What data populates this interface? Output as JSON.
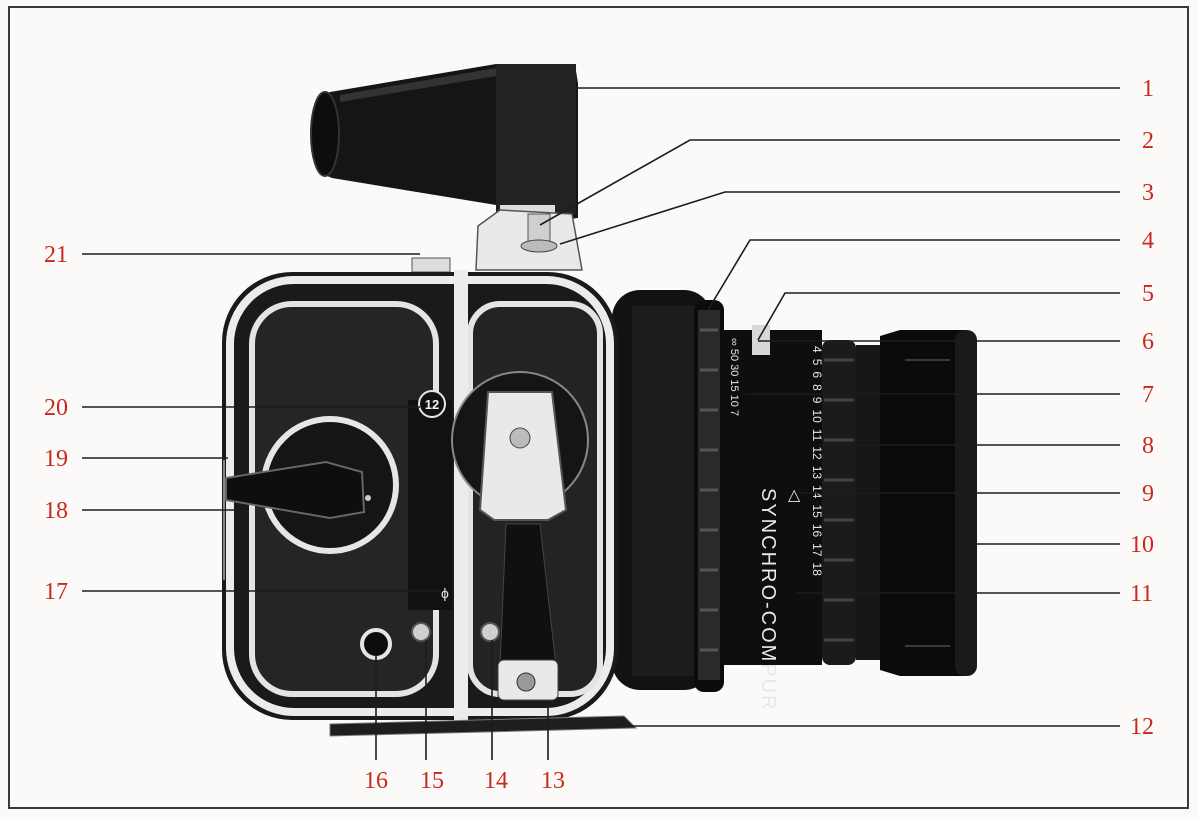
{
  "diagram": {
    "subject": "camera-side-view",
    "colors": {
      "callout": "#c8281e",
      "body": "#1a1a1a",
      "chrome": "#ececec",
      "frame": "#3a3a3a"
    },
    "lens": {
      "brand_text": "SYNCHRO-COMPUR",
      "distance_scale": [
        "∞",
        "50",
        "30",
        "15",
        "10",
        "7"
      ],
      "aperture_scale": [
        "4",
        "5",
        "6",
        "8",
        "9",
        "10",
        "11",
        "12",
        "13",
        "14",
        "15",
        "16",
        "17",
        "18"
      ],
      "index_mark": "△"
    },
    "body_badge": "12",
    "callouts_right": [
      "1",
      "2",
      "3",
      "4",
      "5",
      "6",
      "7",
      "8",
      "9",
      "10",
      "11",
      "12"
    ],
    "callouts_left": [
      "21",
      "20",
      "19",
      "18",
      "17"
    ],
    "callouts_bottom": [
      "16",
      "15",
      "14",
      "13"
    ]
  }
}
